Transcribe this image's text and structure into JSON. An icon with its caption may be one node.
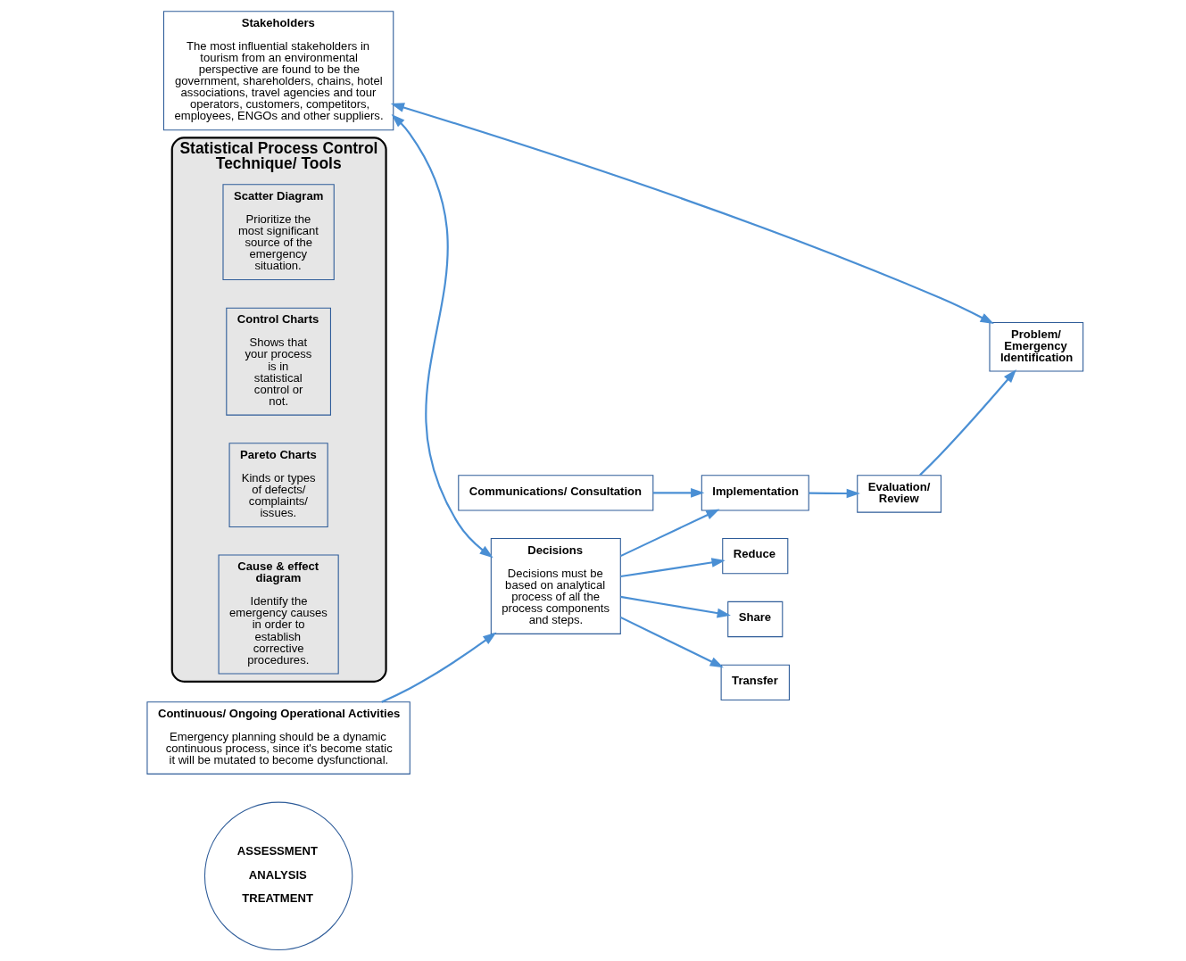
{
  "diagram": {
    "nodes": [
      {
        "text": [
          "Stakeholders",
          "The most influential stakeholders in tourism from an environmental perspective are found to be the government, shareholders, chains, hotel associations, travel agencies and tour operators, customers, competitors, employees, ENGOs and other suppliers."
        ]
      },
      {
        "text": [
          "Continuous/ Ongoing Operational Activities",
          "Emergency planning should be a dynamic continuous process, since it's become static it will be mutated to become dysfunctional."
        ]
      },
      {
        "text": [
          "Communications/ Consultation"
        ]
      },
      {
        "text": [
          "Statistical Process Control",
          "Technique/ Tools"
        ]
      },
      {
        "text": [
          "Control Charts",
          "Shows that your process is in statistical control or not."
        ],
        "in": 3
      },
      {
        "text": [
          "Pareto Charts",
          "Kinds or types of defects/ complaints/ issues."
        ],
        "in": 3
      },
      {
        "text": [
          "Cause & effect diagram",
          "Identify the emergency causes in order to establish corrective procedures."
        ],
        "in": 3
      },
      {
        "text": [
          "Scatter Diagram",
          "Prioritize the most significant source of the emergency situation."
        ],
        "in": 3
      },
      {
        "text": [
          "ASSESSMENT",
          "ANALYSIS",
          "TREATMENT"
        ]
      },
      {
        "text": [
          "Problem/ Emergency Identification"
        ]
      },
      {
        "text": [
          "Decisions",
          "Decisions must be based on analytical process of all the process components and steps."
        ]
      },
      {
        "text": [
          "Implementation"
        ]
      },
      {
        "text": [
          "Evaluation/ Review"
        ]
      },
      {
        "text": [
          "Reduce"
        ]
      },
      {
        "text": [
          "Share"
        ]
      },
      {
        "text": [
          "Transfer"
        ]
      }
    ],
    "edges": [
      {
        "from": 9,
        "to": 0,
        "arrow": "both"
      },
      {
        "from": 0,
        "to": 10,
        "arrow": "both"
      },
      {
        "from": 1,
        "to": 10,
        "arrow": "to"
      },
      {
        "from": 2,
        "to": 11,
        "arrow": "to"
      },
      {
        "from": 10,
        "to": 11,
        "arrow": "to"
      },
      {
        "from": 11,
        "to": 12,
        "arrow": "to"
      },
      {
        "from": 12,
        "to": 9,
        "arrow": "to"
      },
      {
        "from": 10,
        "to": 13,
        "arrow": "to"
      },
      {
        "from": 10,
        "to": 14,
        "arrow": "to"
      },
      {
        "from": 10,
        "to": 15,
        "arrow": "to"
      }
    ]
  }
}
